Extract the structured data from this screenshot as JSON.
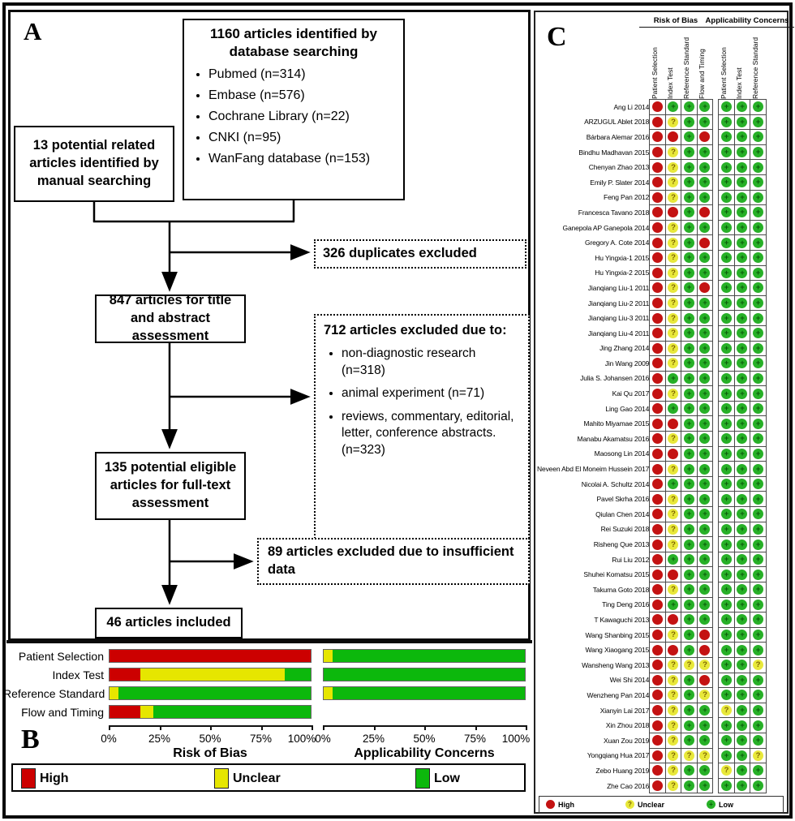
{
  "figure": {
    "panel_a_label": "A",
    "panel_b_label": "B",
    "panel_c_label": "C"
  },
  "panel_a": {
    "database_box": {
      "title": "1160 articles identified by database searching",
      "items": [
        "Pubmed (n=314)",
        "Embase (n=576)",
        "Cochrane Library (n=22)",
        "CNKI (n=95)",
        "WanFang database (n=153)"
      ]
    },
    "manual_box": "13 potential related articles identified by manual searching",
    "duplicates_box": "326 duplicates excluded",
    "title_abstract_box": "847 articles for title and abstract assessment",
    "excluded_712_box": {
      "title": "712 articles excluded due to:",
      "items": [
        "non-diagnostic research (n=318)",
        "animal experiment (n=71)",
        "reviews, commentary, editorial, letter, conference abstracts. (n=323)"
      ]
    },
    "fulltext_box": "135 potential eligible articles for full-text assessment",
    "excluded_89_box": "89 articles excluded due to insufficient data",
    "included_box": "46 articles included"
  },
  "panel_b": {
    "legend": [
      {
        "label": "High",
        "color": "#cc0000"
      },
      {
        "label": "Unclear",
        "color": "#e6e600"
      },
      {
        "label": "Low",
        "color": "#0cb80c"
      }
    ]
  },
  "chart_data": [
    {
      "type": "bar",
      "title": "Risk of Bias",
      "orientation": "horizontal",
      "stacked": true,
      "unit": "%",
      "categories": [
        "Patient Selection",
        "Index Test",
        "Reference Standard",
        "Flow and Timing"
      ],
      "series": [
        {
          "name": "High",
          "color": "#cc0000",
          "values": [
            100,
            15.2,
            0,
            15.2
          ]
        },
        {
          "name": "Unclear",
          "color": "#e6e600",
          "values": [
            0,
            71.7,
            4.3,
            6.5
          ]
        },
        {
          "name": "Low",
          "color": "#0cb80c",
          "values": [
            0,
            13.1,
            95.7,
            78.3
          ]
        }
      ],
      "xlim": [
        0,
        100
      ],
      "x_ticks": [
        "0%",
        "25%",
        "50%",
        "75%",
        "100%"
      ]
    },
    {
      "type": "bar",
      "title": "Applicability Concerns",
      "orientation": "horizontal",
      "stacked": true,
      "unit": "%",
      "categories": [
        "Patient Selection",
        "Index Test",
        "Reference Standard",
        "Flow and Timing"
      ],
      "series": [
        {
          "name": "High",
          "color": "#cc0000",
          "values": [
            0,
            0,
            0,
            null
          ]
        },
        {
          "name": "Unclear",
          "color": "#e6e600",
          "values": [
            4.3,
            0,
            4.3,
            null
          ]
        },
        {
          "name": "Low",
          "color": "#0cb80c",
          "values": [
            95.7,
            100,
            95.7,
            null
          ]
        }
      ],
      "xlim": [
        0,
        100
      ],
      "x_ticks": [
        "0%",
        "25%",
        "50%",
        "75%",
        "100%"
      ]
    }
  ],
  "panel_c": {
    "group_titles": {
      "risk_of_bias": "Risk of Bias",
      "applicability": "Applicability Concerns"
    },
    "rob_columns": [
      "Patient Selection",
      "Index Test",
      "Reference Standard",
      "Flow and Timing"
    ],
    "ac_columns": [
      "Patient Selection",
      "Index Test",
      "Reference Standard"
    ],
    "legend": [
      {
        "label": "High",
        "key": "H"
      },
      {
        "label": "Unclear",
        "key": "U"
      },
      {
        "label": "Low",
        "key": "L"
      }
    ],
    "studies": [
      {
        "name": "Ang Li 2014",
        "rob": [
          "H",
          "L",
          "L",
          "L"
        ],
        "ac": [
          "L",
          "L",
          "L"
        ]
      },
      {
        "name": "ARZUGUL Ablet 2018",
        "rob": [
          "H",
          "U",
          "L",
          "L"
        ],
        "ac": [
          "L",
          "L",
          "L"
        ]
      },
      {
        "name": "Bárbara Alemar 2016",
        "rob": [
          "H",
          "H",
          "L",
          "H"
        ],
        "ac": [
          "L",
          "L",
          "L"
        ]
      },
      {
        "name": "Bindhu Madhavan 2015",
        "rob": [
          "H",
          "U",
          "L",
          "L"
        ],
        "ac": [
          "L",
          "L",
          "L"
        ]
      },
      {
        "name": "Chenyan Zhao 2013",
        "rob": [
          "H",
          "U",
          "L",
          "L"
        ],
        "ac": [
          "L",
          "L",
          "L"
        ]
      },
      {
        "name": "Emily P. Slater 2014",
        "rob": [
          "H",
          "U",
          "L",
          "L"
        ],
        "ac": [
          "L",
          "L",
          "L"
        ]
      },
      {
        "name": "Feng Pan 2012",
        "rob": [
          "H",
          "U",
          "L",
          "L"
        ],
        "ac": [
          "L",
          "L",
          "L"
        ]
      },
      {
        "name": "Francesca Tavano 2018",
        "rob": [
          "H",
          "H",
          "L",
          "H"
        ],
        "ac": [
          "L",
          "L",
          "L"
        ]
      },
      {
        "name": "Ganepola AP Ganepola 2014",
        "rob": [
          "H",
          "U",
          "L",
          "L"
        ],
        "ac": [
          "L",
          "L",
          "L"
        ]
      },
      {
        "name": "Gregory A. Cote 2014",
        "rob": [
          "H",
          "U",
          "L",
          "H"
        ],
        "ac": [
          "L",
          "L",
          "L"
        ]
      },
      {
        "name": "Hu Yingxia-1 2015",
        "rob": [
          "H",
          "U",
          "L",
          "L"
        ],
        "ac": [
          "L",
          "L",
          "L"
        ]
      },
      {
        "name": "Hu Yingxia-2 2015",
        "rob": [
          "H",
          "U",
          "L",
          "L"
        ],
        "ac": [
          "L",
          "L",
          "L"
        ]
      },
      {
        "name": "Jianqiang Liu-1 2011",
        "rob": [
          "H",
          "U",
          "L",
          "H"
        ],
        "ac": [
          "L",
          "L",
          "L"
        ]
      },
      {
        "name": "Jianqiang Liu-2 2011",
        "rob": [
          "H",
          "U",
          "L",
          "L"
        ],
        "ac": [
          "L",
          "L",
          "L"
        ]
      },
      {
        "name": "Jianqiang Liu-3 2011",
        "rob": [
          "H",
          "U",
          "L",
          "L"
        ],
        "ac": [
          "L",
          "L",
          "L"
        ]
      },
      {
        "name": "Jianqiang Liu-4 2011",
        "rob": [
          "H",
          "U",
          "L",
          "L"
        ],
        "ac": [
          "L",
          "L",
          "L"
        ]
      },
      {
        "name": "Jing Zhang 2014",
        "rob": [
          "H",
          "U",
          "L",
          "L"
        ],
        "ac": [
          "L",
          "L",
          "L"
        ]
      },
      {
        "name": "Jin Wang 2009",
        "rob": [
          "H",
          "U",
          "L",
          "L"
        ],
        "ac": [
          "L",
          "L",
          "L"
        ]
      },
      {
        "name": "Julia S. Johansen 2016",
        "rob": [
          "H",
          "L",
          "L",
          "L"
        ],
        "ac": [
          "L",
          "L",
          "L"
        ]
      },
      {
        "name": "Kai Qu 2017",
        "rob": [
          "H",
          "U",
          "L",
          "L"
        ],
        "ac": [
          "L",
          "L",
          "L"
        ]
      },
      {
        "name": "Ling Gao 2014",
        "rob": [
          "H",
          "L",
          "L",
          "L"
        ],
        "ac": [
          "L",
          "L",
          "L"
        ]
      },
      {
        "name": "Mahito Miyamae 2015",
        "rob": [
          "H",
          "H",
          "L",
          "L"
        ],
        "ac": [
          "L",
          "L",
          "L"
        ]
      },
      {
        "name": "Manabu Akamatsu 2016",
        "rob": [
          "H",
          "U",
          "L",
          "L"
        ],
        "ac": [
          "L",
          "L",
          "L"
        ]
      },
      {
        "name": "Maosong Lin 2014",
        "rob": [
          "H",
          "H",
          "L",
          "L"
        ],
        "ac": [
          "L",
          "L",
          "L"
        ]
      },
      {
        "name": "Neveen Abd El Moneim Hussein 2017",
        "rob": [
          "H",
          "U",
          "L",
          "L"
        ],
        "ac": [
          "L",
          "L",
          "L"
        ]
      },
      {
        "name": "Nicolai A. Schultz 2014",
        "rob": [
          "H",
          "L",
          "L",
          "L"
        ],
        "ac": [
          "L",
          "L",
          "L"
        ]
      },
      {
        "name": "Pavel Skrha 2016",
        "rob": [
          "H",
          "U",
          "L",
          "L"
        ],
        "ac": [
          "L",
          "L",
          "L"
        ]
      },
      {
        "name": "Qiulan Chen 2014",
        "rob": [
          "H",
          "U",
          "L",
          "L"
        ],
        "ac": [
          "L",
          "L",
          "L"
        ]
      },
      {
        "name": "Rei Suzuki 2018",
        "rob": [
          "H",
          "U",
          "L",
          "L"
        ],
        "ac": [
          "L",
          "L",
          "L"
        ]
      },
      {
        "name": "Risheng Que 2013",
        "rob": [
          "H",
          "U",
          "L",
          "L"
        ],
        "ac": [
          "L",
          "L",
          "L"
        ]
      },
      {
        "name": "Rui Liu 2012",
        "rob": [
          "H",
          "L",
          "L",
          "L"
        ],
        "ac": [
          "L",
          "L",
          "L"
        ]
      },
      {
        "name": "Shuhei Komatsu 2015",
        "rob": [
          "H",
          "H",
          "L",
          "L"
        ],
        "ac": [
          "L",
          "L",
          "L"
        ]
      },
      {
        "name": "Takuma Goto 2018",
        "rob": [
          "H",
          "U",
          "L",
          "L"
        ],
        "ac": [
          "L",
          "L",
          "L"
        ]
      },
      {
        "name": "Ting Deng 2016",
        "rob": [
          "H",
          "L",
          "L",
          "L"
        ],
        "ac": [
          "L",
          "L",
          "L"
        ]
      },
      {
        "name": "T Kawaguchi 2013",
        "rob": [
          "H",
          "H",
          "L",
          "L"
        ],
        "ac": [
          "L",
          "L",
          "L"
        ]
      },
      {
        "name": "Wang Shanbing 2015",
        "rob": [
          "H",
          "U",
          "L",
          "H"
        ],
        "ac": [
          "L",
          "L",
          "L"
        ]
      },
      {
        "name": "Wang Xiaogang 2015",
        "rob": [
          "H",
          "H",
          "L",
          "H"
        ],
        "ac": [
          "L",
          "L",
          "L"
        ]
      },
      {
        "name": "Wansheng Wang 2013",
        "rob": [
          "H",
          "U",
          "U",
          "U"
        ],
        "ac": [
          "L",
          "L",
          "U"
        ]
      },
      {
        "name": "Wei Shi 2014",
        "rob": [
          "H",
          "U",
          "L",
          "H"
        ],
        "ac": [
          "L",
          "L",
          "L"
        ]
      },
      {
        "name": "Wenzheng Pan 2014",
        "rob": [
          "H",
          "U",
          "L",
          "U"
        ],
        "ac": [
          "L",
          "L",
          "L"
        ]
      },
      {
        "name": "Xianyin Lai 2017",
        "rob": [
          "H",
          "U",
          "L",
          "L"
        ],
        "ac": [
          "U",
          "L",
          "L"
        ]
      },
      {
        "name": "Xin Zhou 2018",
        "rob": [
          "H",
          "U",
          "L",
          "L"
        ],
        "ac": [
          "L",
          "L",
          "L"
        ]
      },
      {
        "name": "Xuan Zou 2019",
        "rob": [
          "H",
          "U",
          "L",
          "L"
        ],
        "ac": [
          "L",
          "L",
          "L"
        ]
      },
      {
        "name": "Yongqiang Hua 2017",
        "rob": [
          "H",
          "U",
          "U",
          "U"
        ],
        "ac": [
          "L",
          "L",
          "U"
        ]
      },
      {
        "name": "Zebo Huang 2019",
        "rob": [
          "H",
          "U",
          "L",
          "L"
        ],
        "ac": [
          "U",
          "L",
          "L"
        ]
      },
      {
        "name": "Zhe Cao 2016",
        "rob": [
          "H",
          "U",
          "L",
          "L"
        ],
        "ac": [
          "L",
          "L",
          "L"
        ]
      }
    ]
  },
  "colors": {
    "high": "#c41212",
    "unclear": "#e8e83a",
    "low": "#27b027"
  }
}
